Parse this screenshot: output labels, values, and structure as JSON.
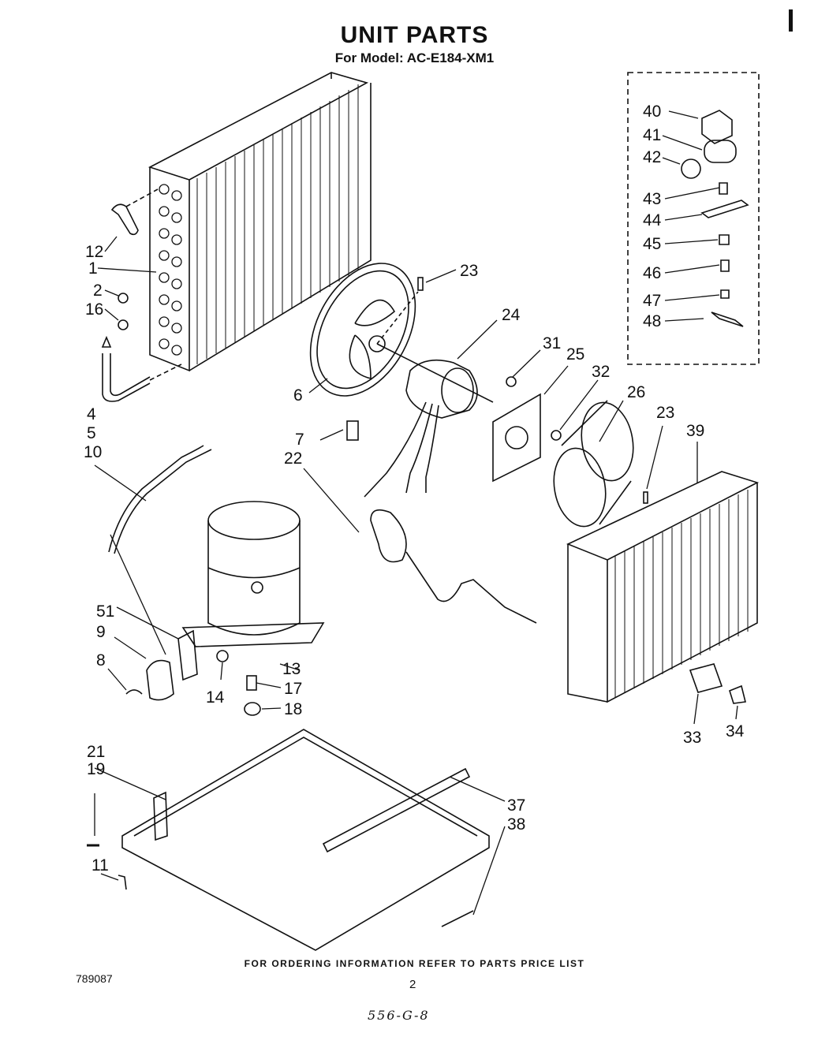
{
  "title": "UNIT PARTS",
  "subtitle": "For Model: AC-E184-XM1",
  "footer_note": "FOR ORDERING INFORMATION REFER TO PARTS PRICE LIST",
  "doc_code": "789087",
  "page_number": "2",
  "handwritten_note": "556-G-8",
  "callouts": {
    "c40": "40",
    "c41": "41",
    "c42": "42",
    "c43": "43",
    "c44": "44",
    "c45": "45",
    "c46": "46",
    "c47": "47",
    "c48": "48",
    "c12": "12",
    "c1": "1",
    "c2": "2",
    "c16": "16",
    "c4": "4",
    "c5": "5",
    "c10": "10",
    "c23a": "23",
    "c24": "24",
    "c31": "31",
    "c25": "25",
    "c32": "32",
    "c26": "26",
    "c23b": "23",
    "c39": "39",
    "c6": "6",
    "c7": "7",
    "c22": "22",
    "c51": "51",
    "c9": "9",
    "c8": "8",
    "c13": "13",
    "c14": "14",
    "c17": "17",
    "c18": "18",
    "c33": "33",
    "c34": "34",
    "c21": "21",
    "c19": "19",
    "c37": "37",
    "c38": "38",
    "c11": "11"
  }
}
